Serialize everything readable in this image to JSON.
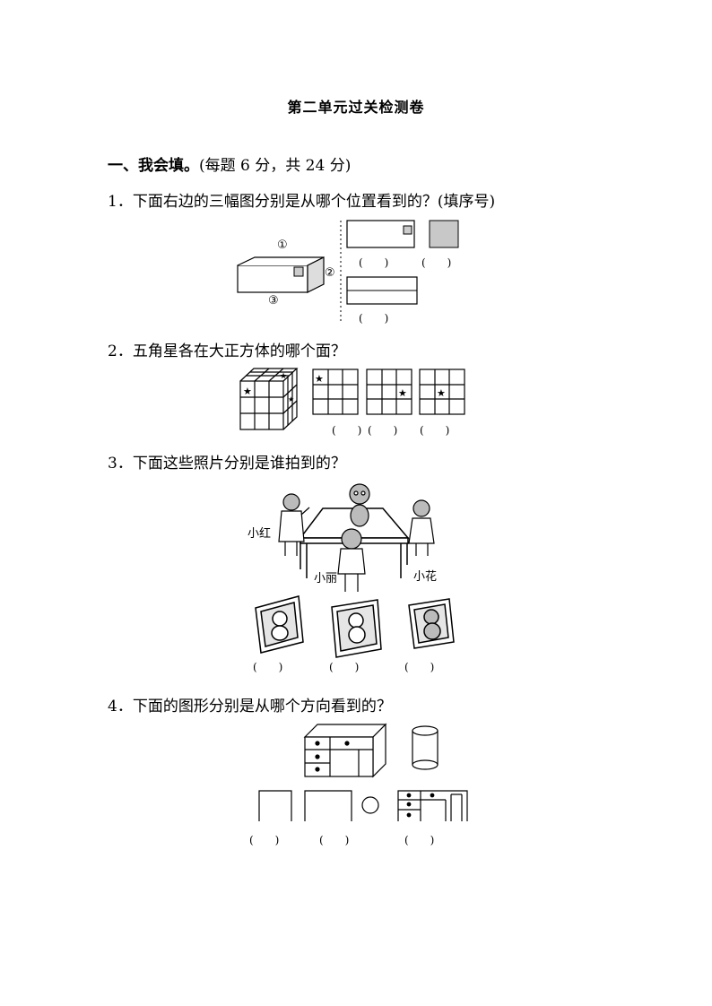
{
  "title": "第二单元过关检测卷",
  "section": {
    "heading": "一、我会填。",
    "note": "(每题 6 分，共 24 分)"
  },
  "q1": {
    "number": "1．",
    "text": "下面右边的三幅图分别是从哪个位置看到的？(填序号)",
    "markers": [
      "①",
      "②",
      "③"
    ],
    "answers": [
      "(　　)",
      "(　　)",
      "(　　)"
    ]
  },
  "q2": {
    "number": "2．",
    "text": "五角星各在大正方体的哪个面？",
    "answers": [
      "(　　)",
      "(　　)",
      "(　　)"
    ]
  },
  "q3": {
    "number": "3．",
    "text": "下面这些照片分别是谁拍到的？",
    "names": [
      "小红",
      "小丽",
      "小花"
    ],
    "answers": [
      "(　　)",
      "(　　)",
      "(　　)"
    ]
  },
  "q4": {
    "number": "4．",
    "text": "下面的图形分别是从哪个方向看到的？",
    "answers": [
      "(　　)",
      "(　　)",
      "(　　)"
    ]
  }
}
